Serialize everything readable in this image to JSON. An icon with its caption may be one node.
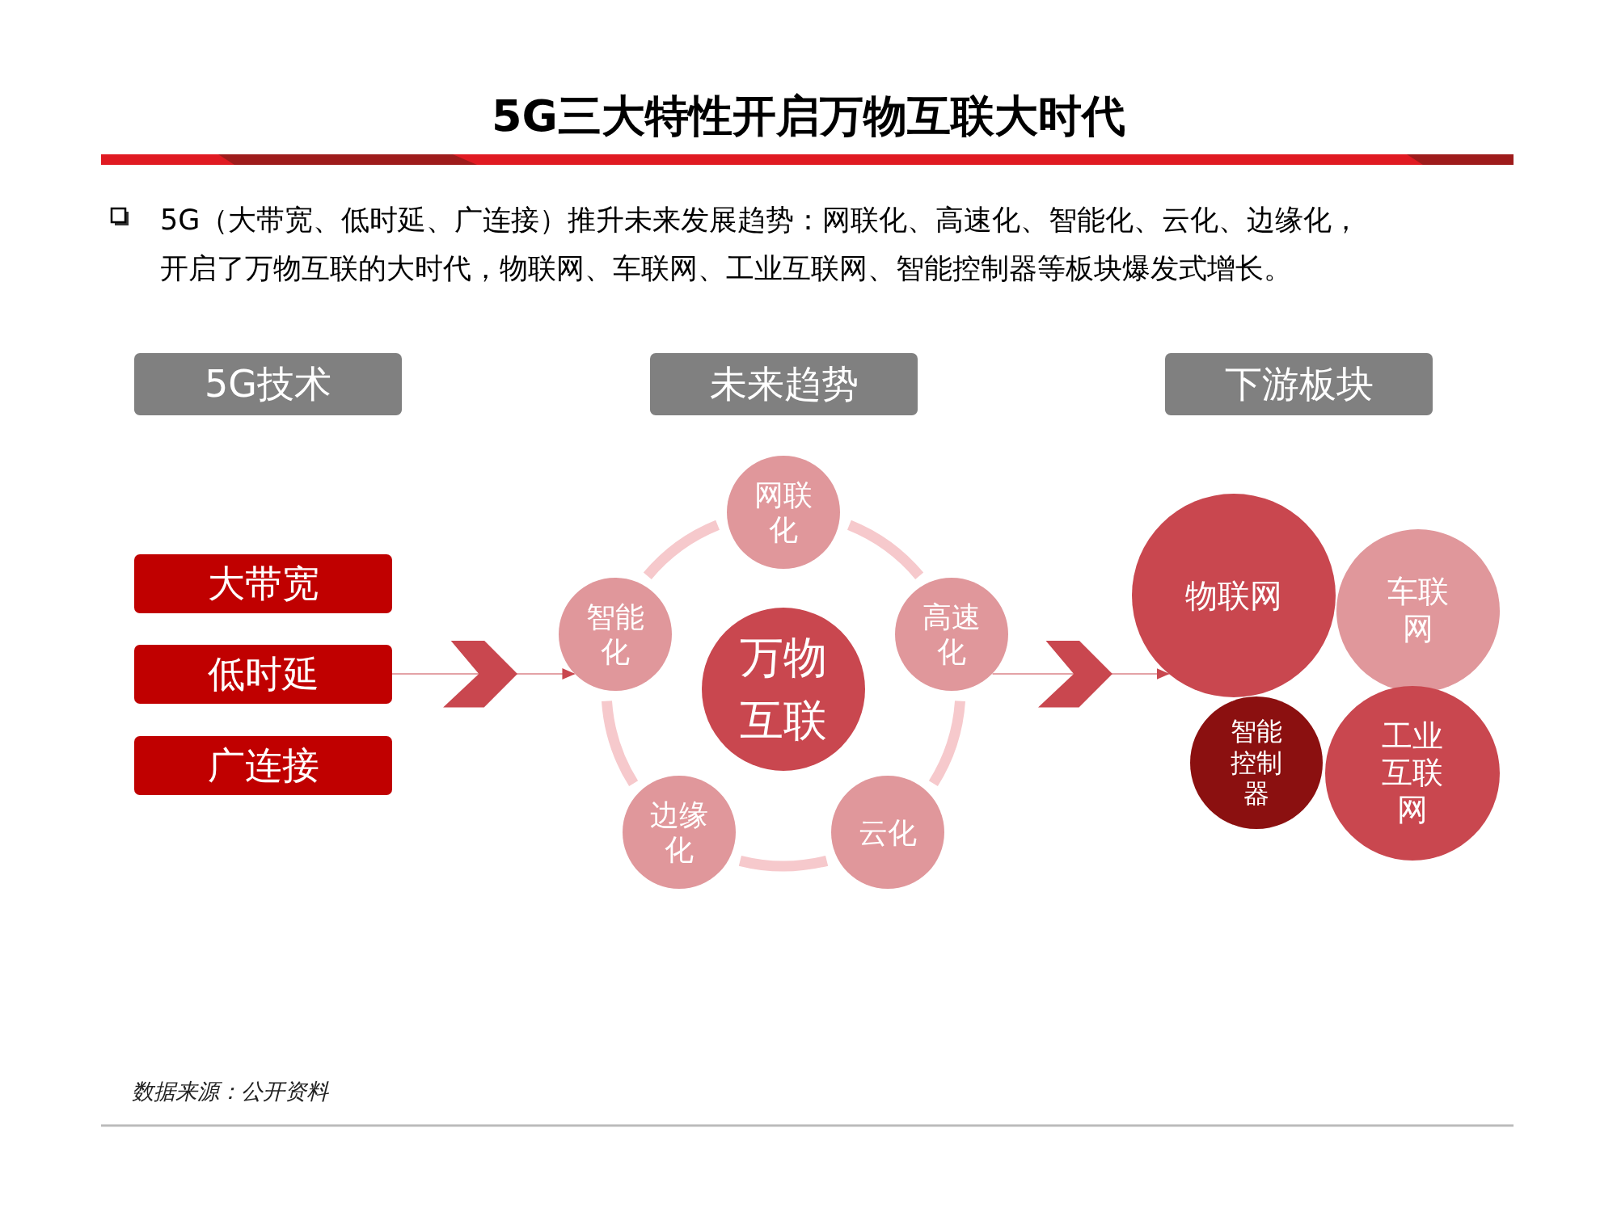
{
  "diagram": {
    "title": "5G三大特性开启万物互联大时代",
    "nodes": [
      {
        "text": [
          "5G技术"
        ]
      },
      {
        "text": [
          "未来趋势"
        ]
      },
      {
        "text": [
          "下游板块"
        ]
      },
      {
        "text": [
          "大带宽"
        ]
      },
      {
        "text": [
          "低时延"
        ]
      },
      {
        "text": [
          "广连接"
        ]
      },
      {
        "text": [
          "网联化"
        ]
      },
      {
        "text": [
          "高速化"
        ]
      },
      {
        "text": [
          "云化"
        ]
      },
      {
        "text": [
          "边缘化"
        ]
      },
      {
        "text": [
          "智能化"
        ]
      },
      {
        "text": [
          "万物互联"
        ]
      },
      {
        "text": [
          "物联网"
        ]
      },
      {
        "text": [
          "车联网"
        ]
      },
      {
        "text": [
          "智能控制器"
        ]
      },
      {
        "text": [
          "工业互联网"
        ]
      }
    ],
    "edges": [
      {
        "from": 4,
        "to": 10,
        "arrow": "to",
        "color": "#c9474f"
      },
      {
        "from": 7,
        "to": 12,
        "arrow": "to",
        "color": "#c9474f"
      },
      {
        "from": 6,
        "to": 7,
        "arrow": "none"
      },
      {
        "from": 7,
        "to": 8,
        "arrow": "none"
      },
      {
        "from": 8,
        "to": 9,
        "arrow": "none"
      },
      {
        "from": 9,
        "to": 10,
        "arrow": "none"
      },
      {
        "from": 10,
        "to": 6,
        "arrow": "none"
      }
    ],
    "labels": [
      "5G（大带宽、低时延、广连接）推升未来发展趋势：网联化、高速化、智能化、云化、边缘化，开启了万物互联的大时代，物联网、车联网、工业互联网、智能控制器等板块爆发式增长。",
      "数据来源：公开资料"
    ]
  }
}
